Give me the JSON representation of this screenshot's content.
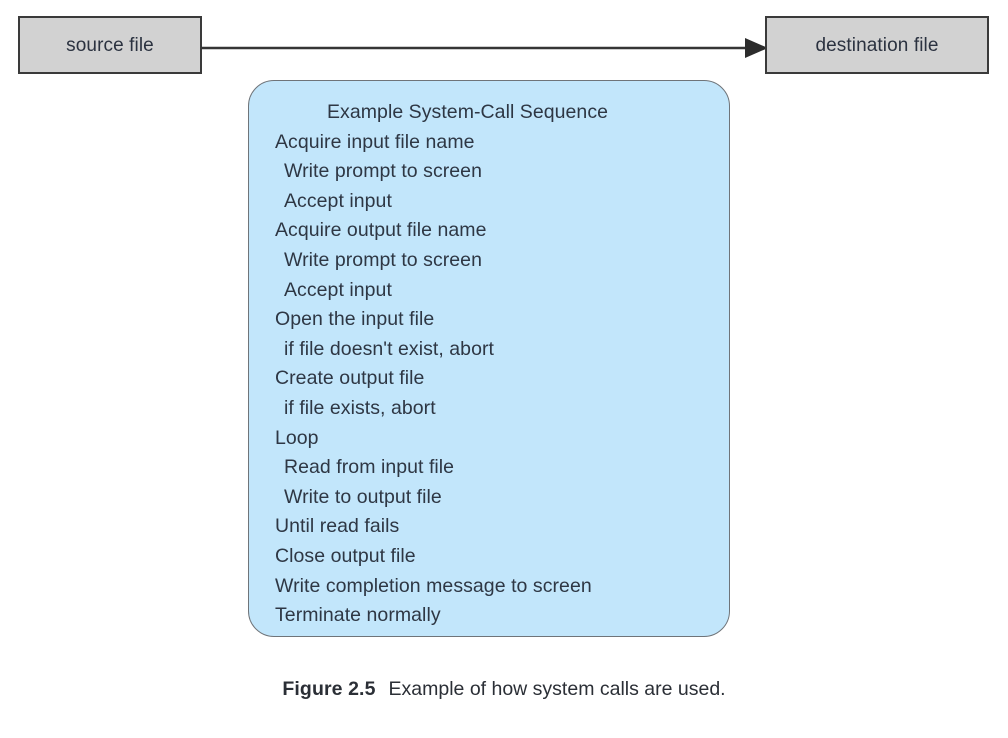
{
  "diagram": {
    "source_box": {
      "label": "source file"
    },
    "destination_box": {
      "label": "destination file"
    },
    "arrow": {
      "name": "flow-arrow",
      "direction": "left-to-right"
    },
    "sequence_box": {
      "title": "Example System-Call Sequence",
      "lines": [
        {
          "text": "Acquire input file name",
          "indent": 0
        },
        {
          "text": "Write prompt to screen",
          "indent": 1
        },
        {
          "text": "Accept input",
          "indent": 1
        },
        {
          "text": "Acquire output file name",
          "indent": 0
        },
        {
          "text": "Write prompt to screen",
          "indent": 1
        },
        {
          "text": "Accept input",
          "indent": 1
        },
        {
          "text": "Open the input file",
          "indent": 0
        },
        {
          "text": "if file doesn't exist, abort",
          "indent": 1
        },
        {
          "text": "Create output file",
          "indent": 0
        },
        {
          "text": "if file exists, abort",
          "indent": 1
        },
        {
          "text": "Loop",
          "indent": 0
        },
        {
          "text": "Read from input file",
          "indent": 1
        },
        {
          "text": "Write to output file",
          "indent": 1
        },
        {
          "text": "Until read fails",
          "indent": 0
        },
        {
          "text": "Close output file",
          "indent": 0
        },
        {
          "text": "Write completion message to screen",
          "indent": 0
        },
        {
          "text": "Terminate normally",
          "indent": 0
        }
      ]
    }
  },
  "caption": {
    "label": "Figure 2.5",
    "text": "Example of how system calls are used."
  },
  "colors": {
    "box_fill_gray": "#d2d2d2",
    "box_border": "#3a3a3a",
    "sequence_fill_blue": "#c2e6fb",
    "sequence_border": "#6f7479",
    "text_dark": "#2e3744",
    "page_background": "#ffffff"
  }
}
